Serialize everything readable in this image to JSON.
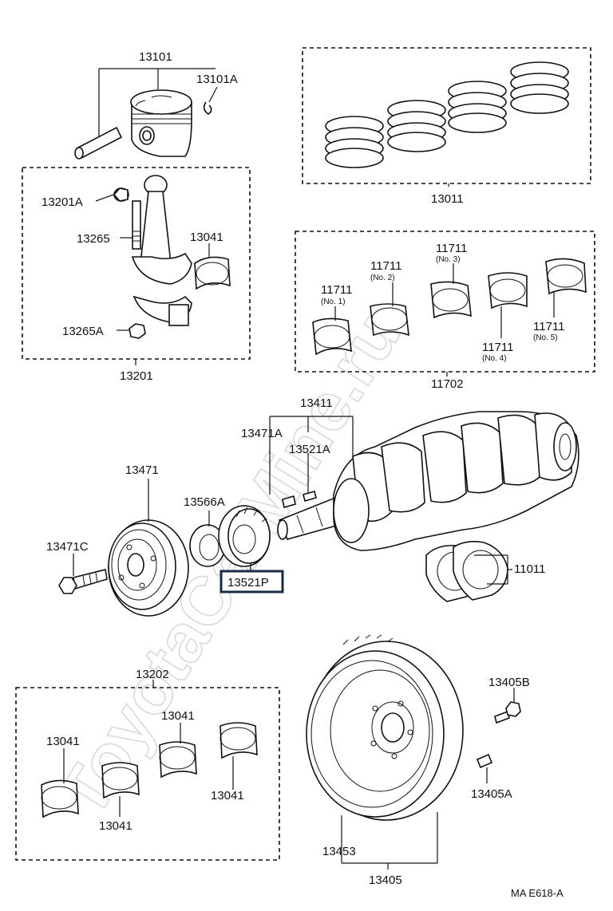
{
  "watermark": "ToyotaCarMine.ru",
  "footer": {
    "code": "MA  E618-A"
  },
  "labels": {
    "p13101": "13101",
    "p13101a": "13101A",
    "p13011": "13011",
    "p13201a": "13201A",
    "p13265": "13265",
    "p13041_top": "13041",
    "p13265a": "13265A",
    "p13201": "13201",
    "p11711_1": "11711",
    "p11711_2": "11711",
    "p11711_3": "11711",
    "p11711_4": "11711",
    "p11711_5": "11711",
    "p11702": "11702",
    "p13411": "13411",
    "p13471a": "13471A",
    "p13521a": "13521A",
    "p13471": "13471",
    "p13566a": "13566A",
    "p13471c": "13471C",
    "p13521p": "13521P",
    "p11011": "11011",
    "p13202": "13202",
    "p13041_a": "13041",
    "p13041_b": "13041",
    "p13041_c": "13041",
    "p13041_d": "13041",
    "p13405b": "13405B",
    "p13405a": "13405A",
    "p13453": "13453",
    "p13405": "13405"
  },
  "sublabels": {
    "no1": "(No. 1)",
    "no2": "(No. 2)",
    "no3": "(No. 3)",
    "no4": "(No. 4)",
    "no5": "(No. 5)"
  },
  "highlight": {
    "color": "#1a2a4a"
  }
}
